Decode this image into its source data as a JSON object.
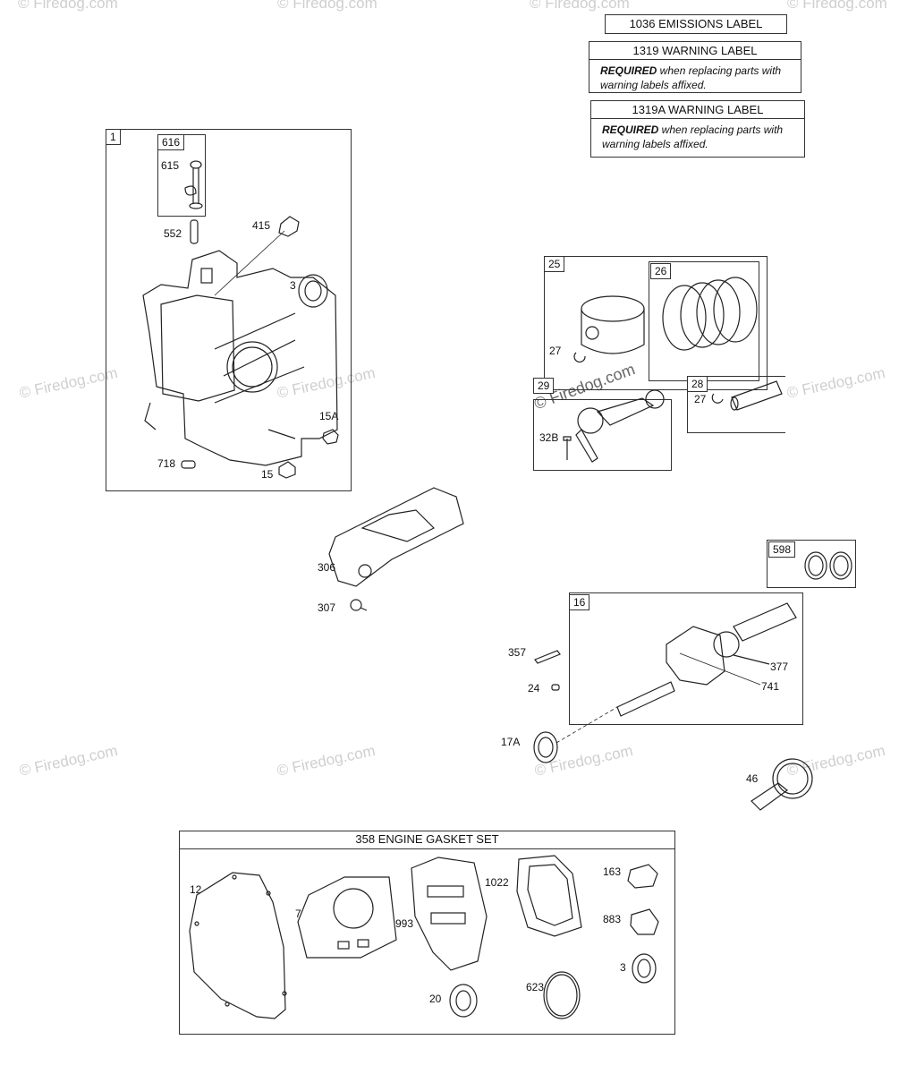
{
  "watermark": "© Firedog.com",
  "watermark_center": "© Firedog.com",
  "notices": {
    "emissions": "1036 EMISSIONS LABEL",
    "warning_1319": {
      "title": "1319 WARNING LABEL",
      "required": "REQUIRED",
      "text": " when replacing parts with warning labels affixed."
    },
    "warning_1319a": {
      "title": "1319A WARNING LABEL",
      "required": "REQUIRED",
      "text": " when replacing parts with warning labels affixed."
    }
  },
  "groups": {
    "block": "1",
    "valve": "616",
    "piston": "25",
    "rings": "26",
    "rod": "29",
    "pin": "28",
    "seals": "598",
    "crank": "16"
  },
  "parts": {
    "p615": "615",
    "p552": "552",
    "p415": "415",
    "p3a": "3",
    "p15a": "15A",
    "p718": "718",
    "p15": "15",
    "p27a": "27",
    "p32b": "32B",
    "p27b": "27",
    "p306": "306",
    "p307": "307",
    "p357": "357",
    "p24": "24",
    "p377": "377",
    "p741": "741",
    "p17a": "17A",
    "p46": "46"
  },
  "gasket_set": {
    "title": "358 ENGINE GASKET SET",
    "p12": "12",
    "p7": "7",
    "p993": "993",
    "p1022": "1022",
    "p163": "163",
    "p883": "883",
    "p3b": "3",
    "p20": "20",
    "p623": "623"
  }
}
